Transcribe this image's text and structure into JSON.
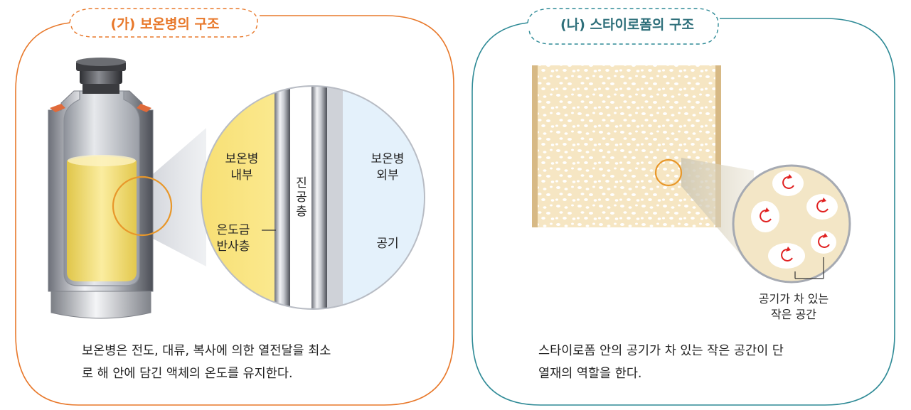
{
  "panel_a": {
    "title": "(가) 보온병의 구조",
    "accent": "#e8782a",
    "labels": {
      "inside_line1": "보온병",
      "inside_line2": "내부",
      "vacuum": "진공층",
      "outside_line1": "보온병",
      "outside_line2": "외부",
      "coating_line1": "은도금",
      "coating_line2": "반사층",
      "air": "공기"
    },
    "caption_line1": "보온병은 전도, 대류, 복사에 의한 열전달을 최소",
    "caption_line2": "로 해 안에 담긴 액체의 온도를 유지한다."
  },
  "panel_b": {
    "title": "(나) 스타이로폼의 구조",
    "accent": "#2e8a96",
    "labels": {
      "air_pocket_line1": "공기가 차 있는",
      "air_pocket_line2": "작은 공간"
    },
    "caption_line1": "스타이로폼 안의 공기가 차 있는 작은 공간이 단",
    "caption_line2": "열재의 역할을 한다."
  }
}
